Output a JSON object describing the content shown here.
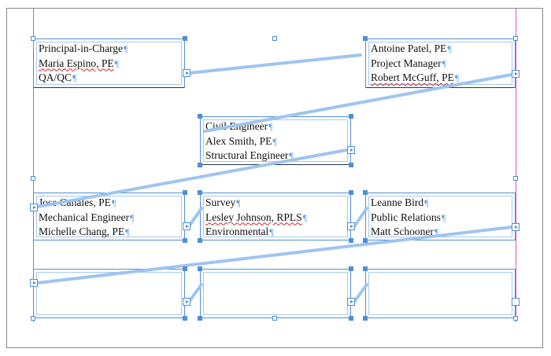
{
  "frames": {
    "principal": {
      "lines": [
        "Principal-in-Charge",
        "Maria Espino, PE",
        "QA/QC"
      ]
    },
    "antoine": {
      "lines": [
        "Antoine Patel, PE",
        "Project Manager",
        "Robert McGuff, PE"
      ]
    },
    "civil": {
      "lines": [
        "Civil Engineer",
        "Alex Smith, PE",
        "Structural Engineer"
      ]
    },
    "jose": {
      "lines": [
        "Jose Canales, PE",
        "Mechanical Engineer",
        "Michelle Chang, PE"
      ]
    },
    "survey": {
      "lines": [
        "Survey",
        "Lesley Johnson, RPLS",
        "Environmental"
      ]
    },
    "leanne": {
      "lines": [
        "Leanne Bird",
        "Public Relations",
        "Matt Schooner"
      ]
    }
  },
  "pilcrow": "¶",
  "colors": {
    "frame": "#4f8fd8",
    "thread": "#9ec4f2",
    "guide": "#d64fd6",
    "pilcrow": "#5aa1e6"
  }
}
